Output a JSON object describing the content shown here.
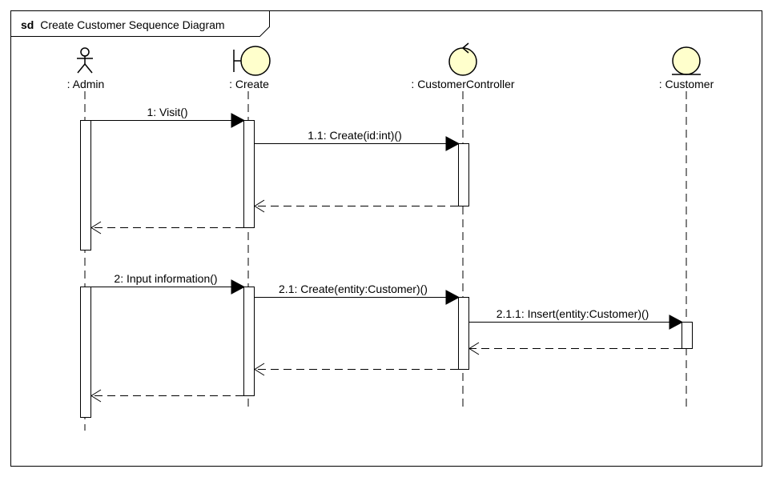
{
  "frame": {
    "keyword": "sd",
    "title": "Create Customer Sequence Diagram"
  },
  "colors": {
    "stroke": "#000000",
    "fill": "#FFFFCC",
    "background": "#FFFFFF"
  },
  "lifelines": [
    {
      "id": "admin",
      "label": ": Admin",
      "icon": "actor-icon"
    },
    {
      "id": "create",
      "label": ": Create",
      "icon": "boundary-icon"
    },
    {
      "id": "controller",
      "label": ": CustomerController",
      "icon": "control-icon"
    },
    {
      "id": "customer",
      "label": ": Customer",
      "icon": "entity-icon"
    }
  ],
  "messages": [
    {
      "from": "admin",
      "to": "create",
      "label": "1: Visit()",
      "kind": "call"
    },
    {
      "from": "create",
      "to": "controller",
      "label": "1.1: Create(id:int)()",
      "kind": "call"
    },
    {
      "from": "controller",
      "to": "create",
      "label": "",
      "kind": "return"
    },
    {
      "from": "create",
      "to": "admin",
      "label": "",
      "kind": "return"
    },
    {
      "from": "admin",
      "to": "create",
      "label": "2: Input information()",
      "kind": "call"
    },
    {
      "from": "create",
      "to": "controller",
      "label": "2.1: Create(entity:Customer)()",
      "kind": "call"
    },
    {
      "from": "controller",
      "to": "customer",
      "label": "2.1.1: Insert(entity:Customer)()",
      "kind": "call"
    },
    {
      "from": "customer",
      "to": "controller",
      "label": "",
      "kind": "return"
    },
    {
      "from": "controller",
      "to": "create",
      "label": "",
      "kind": "return"
    },
    {
      "from": "create",
      "to": "admin",
      "label": "",
      "kind": "return"
    }
  ]
}
